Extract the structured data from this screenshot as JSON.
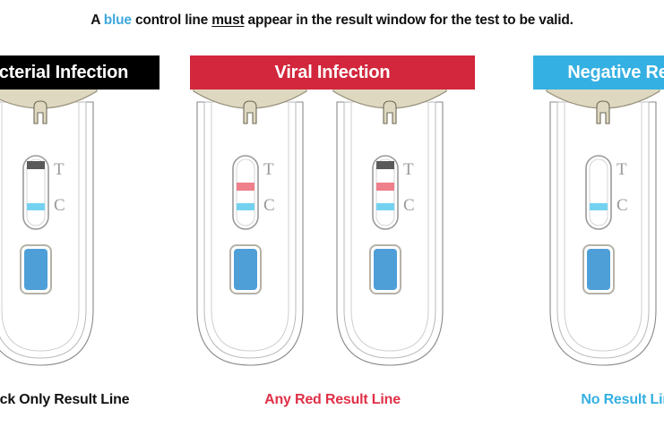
{
  "headline": {
    "part1": "A ",
    "blue_word": "blue",
    "part2": " control line ",
    "underlined_word": "must",
    "part3": " appear in the result window for the test to be valid."
  },
  "colors": {
    "blue_accent": "#3fa9dd",
    "banner_black": "#000000",
    "banner_red": "#d2273c",
    "banner_blue": "#35b0e2",
    "caption_red": "#e03047",
    "caption_blue": "#35b0e2",
    "line_black": "#5a5a5a",
    "line_red": "#ef7f8b",
    "line_blue": "#74d2f0",
    "cap_tan": "#ded8c0",
    "well_blue": "#4e9fd8",
    "body_white": "#ffffff",
    "outline_gray": "#6f6f6f"
  },
  "columns": [
    {
      "id": "bacterial",
      "banner_label": "cterial Infection",
      "caption": "ck Only Result Line",
      "strips": [
        {
          "id": "bacterial-strip",
          "t_line": "black",
          "c_line": "blue",
          "t_label": "T",
          "c_label": "C"
        }
      ]
    },
    {
      "id": "viral",
      "banner_label": "Viral Infection",
      "caption": "Any Red Result Line",
      "strips": [
        {
          "id": "viral-strip-red-only",
          "t_line": "red",
          "c_line": "blue",
          "t_label": "T",
          "c_label": "C"
        },
        {
          "id": "viral-strip-black-red",
          "t_line": "black-and-red",
          "c_line": "blue",
          "t_label": "T",
          "c_label": "C"
        }
      ]
    },
    {
      "id": "negative",
      "banner_label": "Negative Resu",
      "caption": "No Result Line",
      "strips": [
        {
          "id": "negative-strip",
          "t_line": "none",
          "c_line": "blue",
          "t_label": "T",
          "c_label": "C"
        }
      ]
    }
  ]
}
